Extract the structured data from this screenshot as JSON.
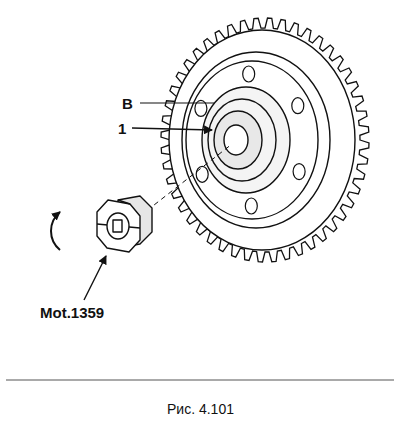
{
  "diagram": {
    "caption": "Рис. 4.101",
    "labels": [
      "B",
      "1",
      "Mot.1359"
    ]
  }
}
